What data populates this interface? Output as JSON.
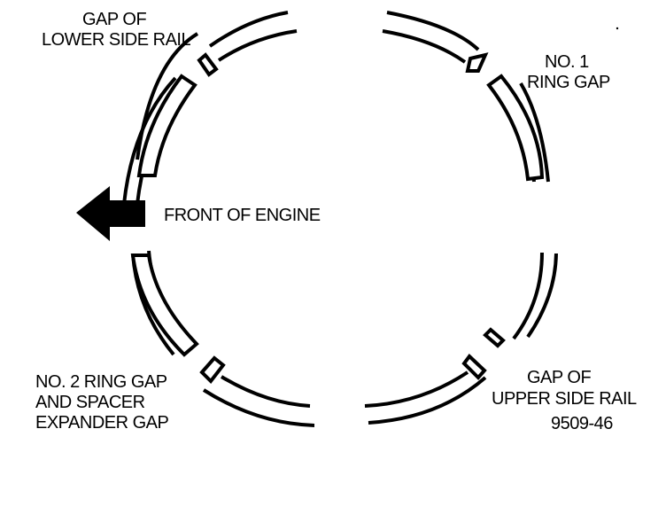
{
  "labels": {
    "lower_side_rail_1": "GAP OF",
    "lower_side_rail_2": "LOWER SIDE RAIL",
    "no1_ring_gap_1": "NO. 1",
    "no1_ring_gap_2": "RING GAP",
    "front_of_engine": "FRONT OF ENGINE",
    "no2_ring_gap_1": "NO. 2 RING GAP",
    "no2_ring_gap_2": "AND SPACER",
    "no2_ring_gap_3": "EXPANDER GAP",
    "upper_side_rail_1": "GAP OF",
    "upper_side_rail_2": "UPPER SIDE RAIL",
    "figure_code": "9509-46"
  },
  "icons": {
    "arrow": "arrow-left-icon"
  },
  "colors": {
    "ink": "#000000",
    "paper": "#ffffff"
  }
}
